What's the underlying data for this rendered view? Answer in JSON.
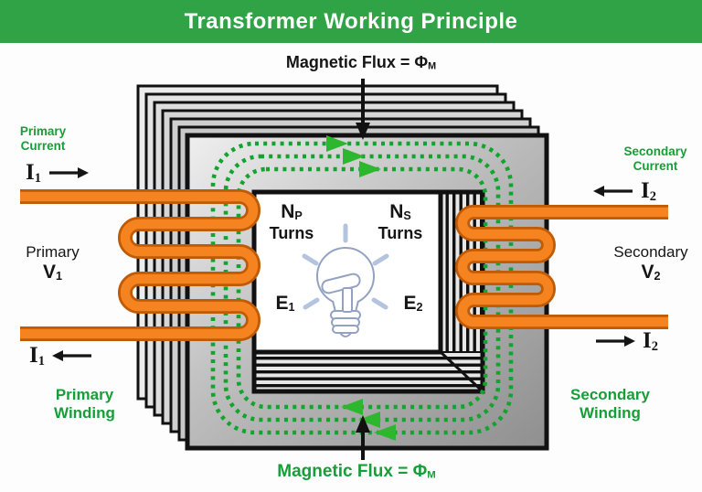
{
  "header": {
    "title": "Transformer Working Principle"
  },
  "colors": {
    "header_green": "#2fa346",
    "label_green": "#169e38",
    "flux_dot_green": "#12a42e",
    "flux_arrow_green": "#2cb72e",
    "winding_orange": "#f5831f",
    "winding_outline_orange": "#bf5a05",
    "core_outline": "#111111",
    "bulb_blue_gray": "#93a2c2"
  },
  "labels": {
    "flux_top": {
      "text": "Magnetic Flux = Φ",
      "sub": "M"
    },
    "flux_bottom": {
      "text": "Magnetic Flux = Φ",
      "sub": "M"
    },
    "primary": {
      "current": [
        "Primary",
        "Current"
      ],
      "i": "I",
      "i_sub": "1",
      "v_name": "Primary",
      "v": "V",
      "v_sub": "1",
      "winding": [
        "Primary",
        "Winding"
      ],
      "n": "N",
      "n_sub": "P",
      "turns": "Turns",
      "e": "E",
      "e_sub": "1"
    },
    "secondary": {
      "current": [
        "Secondary",
        "Current"
      ],
      "i": "I",
      "i_sub": "2",
      "v_name": "Secondary",
      "v": "V",
      "v_sub": "2",
      "winding": [
        "Secondary",
        "Winding"
      ],
      "n": "N",
      "n_sub": "S",
      "turns": "Turns",
      "e": "E",
      "e_sub": "2"
    }
  }
}
